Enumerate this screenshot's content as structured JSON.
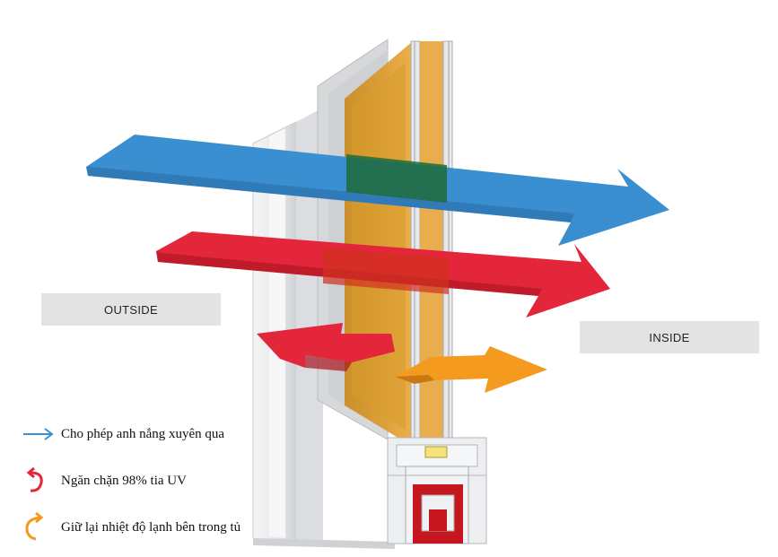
{
  "labels": {
    "outside": "OUTSIDE",
    "inside": "INSIDE"
  },
  "legend": [
    {
      "icon": "blue-arrow-right-icon",
      "color": "#3a8fd0",
      "text": "Cho phép anh nắng xuyên qua"
    },
    {
      "icon": "red-curved-arrow-icon",
      "color": "#e3263a",
      "text": "Ngăn chặn 98% tia UV"
    },
    {
      "icon": "orange-curved-arrow-icon",
      "color": "#f39a1f",
      "text": "Giữ lại nhiệt độ lạnh bên trong tủ"
    }
  ],
  "colors": {
    "blue_arrow": "#3a8fd0",
    "red_arrow": "#e3263a",
    "orange_arrow": "#f39a1f",
    "glass_tint": "#e0a030",
    "frame": "#e8e9eb",
    "frame_core": "#c5151f"
  }
}
